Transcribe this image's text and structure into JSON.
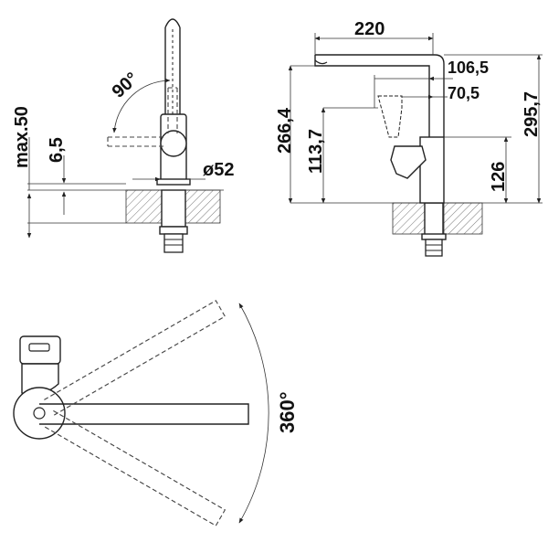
{
  "side_view": {
    "angle_label": "90°",
    "max_label": "max.50",
    "thickness_label": "6,5",
    "diameter_label": "ø52"
  },
  "front_view": {
    "reach_label": "220",
    "handle_offset_1": "106,5",
    "handle_offset_2": "70,5",
    "spout_height": "266,4",
    "handle_height": "113,7",
    "body_height": "126",
    "total_height": "295,7"
  },
  "top_view": {
    "swivel_label": "360°"
  }
}
